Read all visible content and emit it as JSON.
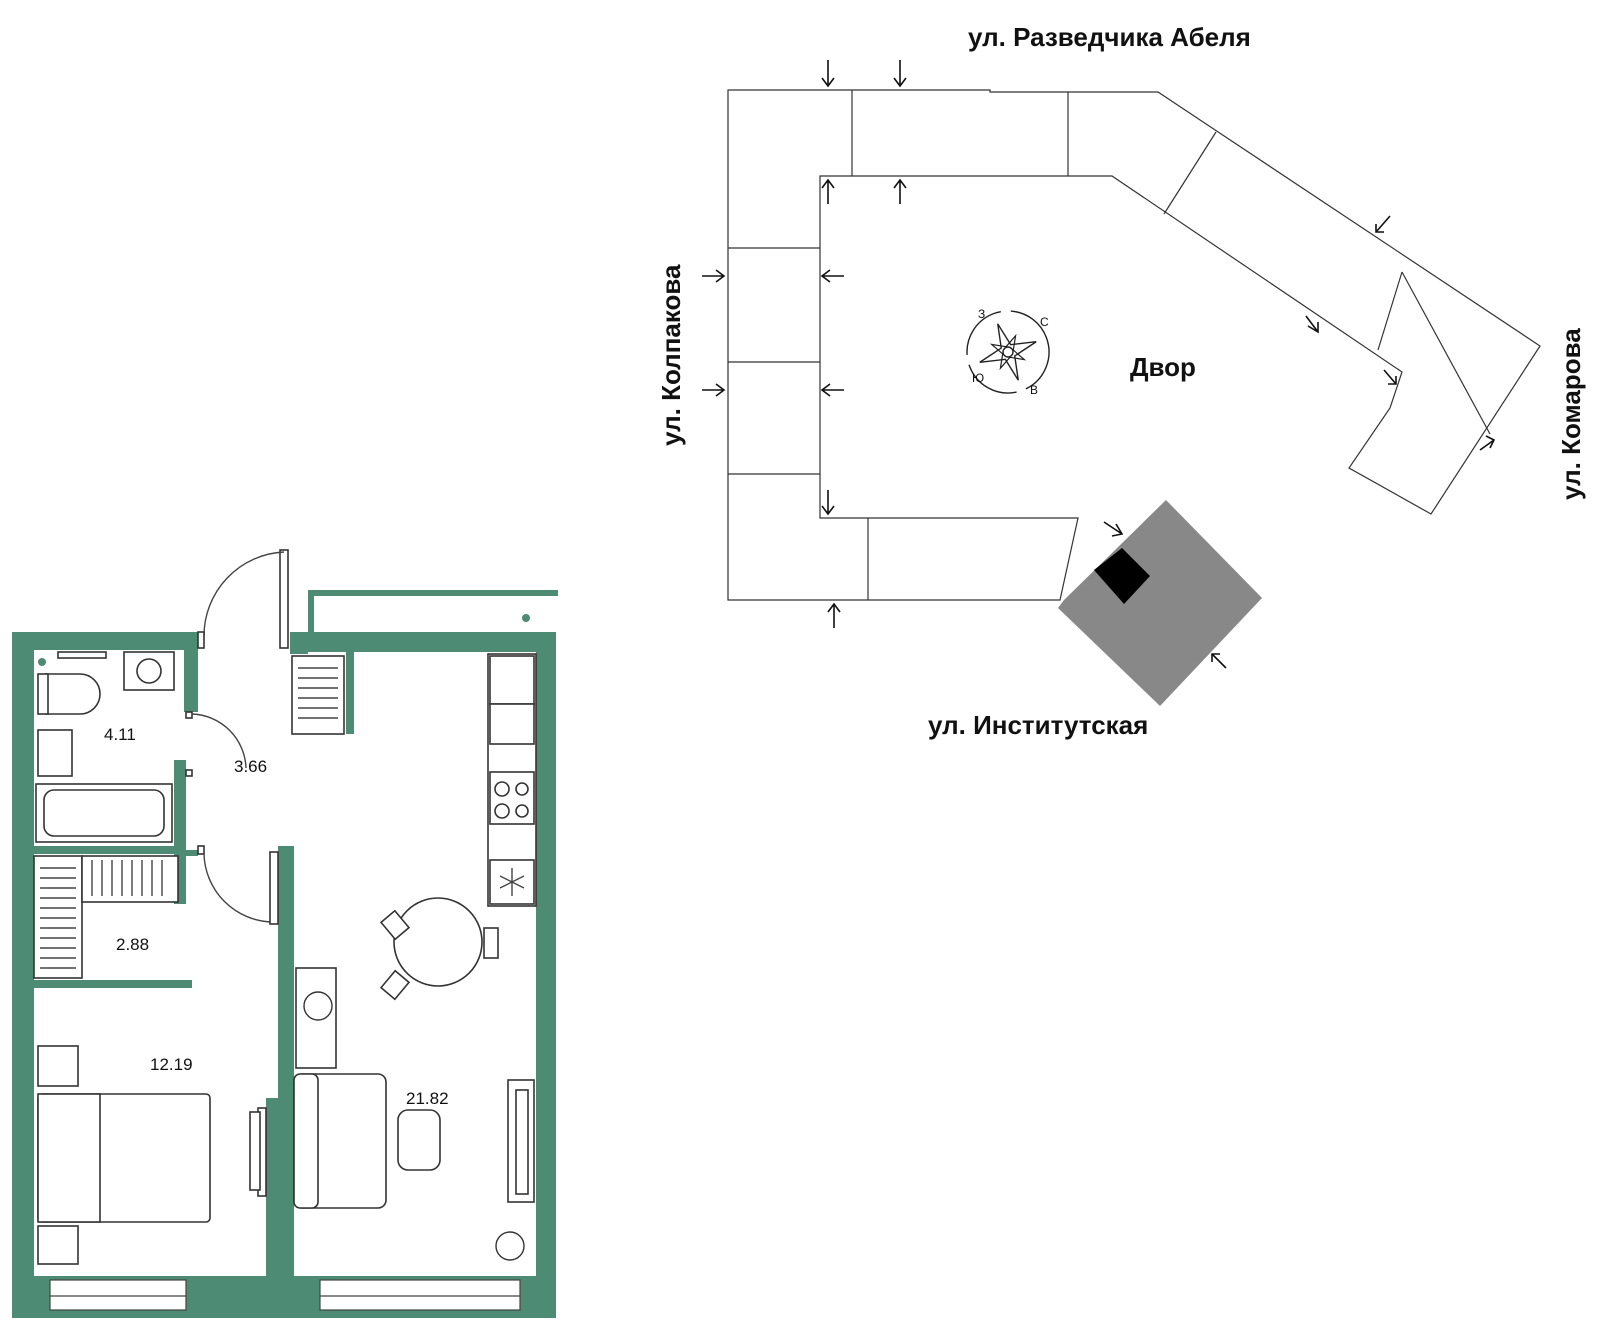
{
  "site_plan": {
    "streets": {
      "north": "ул. Разведчика Абеля",
      "west": "ул. Колпакова",
      "east": "ул. Комарова",
      "south": "ул. Институтская"
    },
    "yard_label": "Двор",
    "compass": {
      "n": "С",
      "e": "В",
      "s": "Ю",
      "w": "З"
    },
    "colors": {
      "outline": "#555555",
      "selected_section": "#888888",
      "entrance": "#000000"
    }
  },
  "floor_plan": {
    "wall_color": "#4e8b74",
    "rooms": [
      {
        "id": "bathroom",
        "area": "4.11"
      },
      {
        "id": "hallway",
        "area": "3.66"
      },
      {
        "id": "storage",
        "area": "2.88"
      },
      {
        "id": "bedroom",
        "area": "12.19"
      },
      {
        "id": "kitchen-living",
        "area": "21.82"
      }
    ]
  }
}
